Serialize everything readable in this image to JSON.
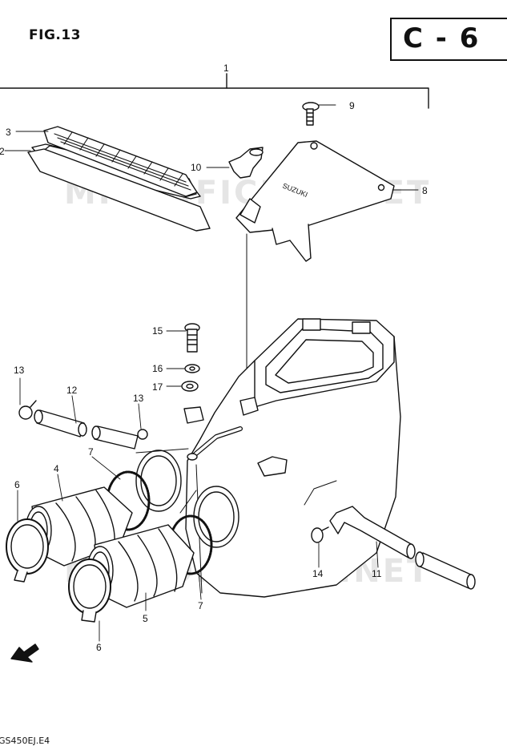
{
  "figure": {
    "label": "FIG.13"
  },
  "page_code": "C - 6",
  "footer_code": "GS450EJ.E4",
  "watermark": "MICROFICHES.NET",
  "callouts": [
    {
      "id": "c1",
      "num": "1"
    },
    {
      "id": "c2",
      "num": "2"
    },
    {
      "id": "c3",
      "num": "3"
    },
    {
      "id": "c4",
      "num": "4"
    },
    {
      "id": "c5",
      "num": "5"
    },
    {
      "id": "c6a",
      "num": "6"
    },
    {
      "id": "c6b",
      "num": "6"
    },
    {
      "id": "c7a",
      "num": "7"
    },
    {
      "id": "c7b",
      "num": "7"
    },
    {
      "id": "c8",
      "num": "8"
    },
    {
      "id": "c9",
      "num": "9"
    },
    {
      "id": "c10",
      "num": "10"
    },
    {
      "id": "c11",
      "num": "11"
    },
    {
      "id": "c12",
      "num": "12"
    },
    {
      "id": "c13a",
      "num": "13"
    },
    {
      "id": "c13b",
      "num": "13"
    },
    {
      "id": "c14",
      "num": "14"
    },
    {
      "id": "c15",
      "num": "15"
    },
    {
      "id": "c16",
      "num": "16"
    },
    {
      "id": "c17",
      "num": "17"
    }
  ],
  "cover_text": "SUZUKI",
  "icons": {
    "front_arrow": "front-direction-arrow-icon"
  }
}
